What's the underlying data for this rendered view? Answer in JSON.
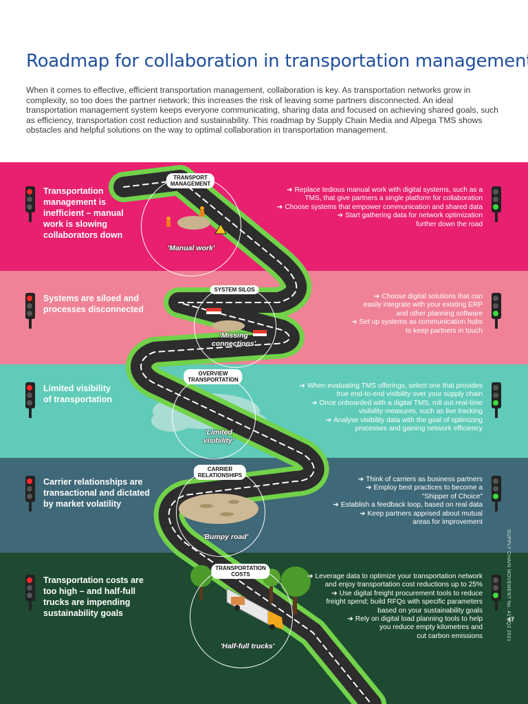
{
  "header": {
    "title": "Roadmap for collaboration in transportation management",
    "intro": "When it comes to effective, efficient transportation management, collaboration is key. As transportation networks grow in complexity, so too does the partner network; this increases the risk of leaving some partners disconnected. An ideal transportation management system keeps everyone communicating, sharing data and focused on achieving shared goals, such as efficiency, transportation cost reduction and sustainability. This roadmap by Supply Chain Media and Alpega TMS shows obstacles and helpful solutions on the way to optimal collaboration in transportation management."
  },
  "colors": {
    "band1": "#e8206f",
    "band2": "#ef8296",
    "band3": "#5fcbb8",
    "band4": "#3f6878",
    "band5": "#1d4a31",
    "grass": "#72d24a",
    "road": "#2d2d2d",
    "title": "#1f4fa0"
  },
  "arrow": "➔",
  "stages": [
    {
      "label_lines": [
        "TRANSPORT",
        "MANAGEMENT"
      ],
      "caption": "'Manual work'",
      "problem": "Transportation management is inefficient – manual work is slowing collaborators down",
      "solutions": [
        "Replace tedious manual work with digital systems, such as a",
        "TMS, that give partners a single platform for collaboration",
        "Choose systems that empower communication and shared data",
        "Start gathering data for network optimization",
        "further down the road"
      ]
    },
    {
      "label_lines": [
        "SYSTEM SILOS"
      ],
      "caption": "'Missing connections'",
      "problem": "Systems are siloed and processes disconnected",
      "solutions": [
        "Choose digital solutions that can",
        "easily integrate with your existing ERP",
        "and other planning software",
        "Set up systems as communication hubs",
        "to keep partners in touch"
      ]
    },
    {
      "label_lines": [
        "OVERVIEW",
        "TRANSPORTATION"
      ],
      "caption": "'Limited visibility'",
      "problem": "Limited visibility of transportation",
      "solutions": [
        "When evaluating TMS offerings, select one that provides",
        "true end-to-end visibility over your supply chain",
        "Once onboarded with a digital TMS, roll out real-time",
        "visibility measures, such as live tracking",
        "Analyse visibility data with the goal of optimizing",
        "processes and gaining network efficiency"
      ]
    },
    {
      "label_lines": [
        "CARRIER",
        "RELATIONSHIPS"
      ],
      "caption": "'Bumpy road'",
      "problem": "Carrier relationships are transactional and dictated by market volatility",
      "solutions": [
        "Think of carriers as business partners",
        "Employ best practices to become a",
        "\"Shipper of Choice\"",
        "Establish a feedback loop, based on real data",
        "Keep partners apprised about mutual",
        "areas for improvement"
      ]
    },
    {
      "label_lines": [
        "TRANSPORTATION",
        "COSTS"
      ],
      "caption": "'Half-full trucks'",
      "problem": "Transportation costs are too high – and half-full trucks are impending sustainability goals",
      "solutions": [
        "Leverage data to optimize your transportation network",
        "and enjoy transportation cost reductions up to 25%",
        "Use digital freight procurement tools to reduce",
        "freight spend; build RFQs with specific parameters",
        "based on your sustainability goals",
        "Rely on digital load planning tools to help",
        "you reduce empty kilometres and",
        "cut carbon emissions"
      ]
    }
  ],
  "footer": {
    "side_text": "SUPPLY CHAIN MOVEMENT No. 41 | Q2 2021",
    "page_number": "47"
  }
}
